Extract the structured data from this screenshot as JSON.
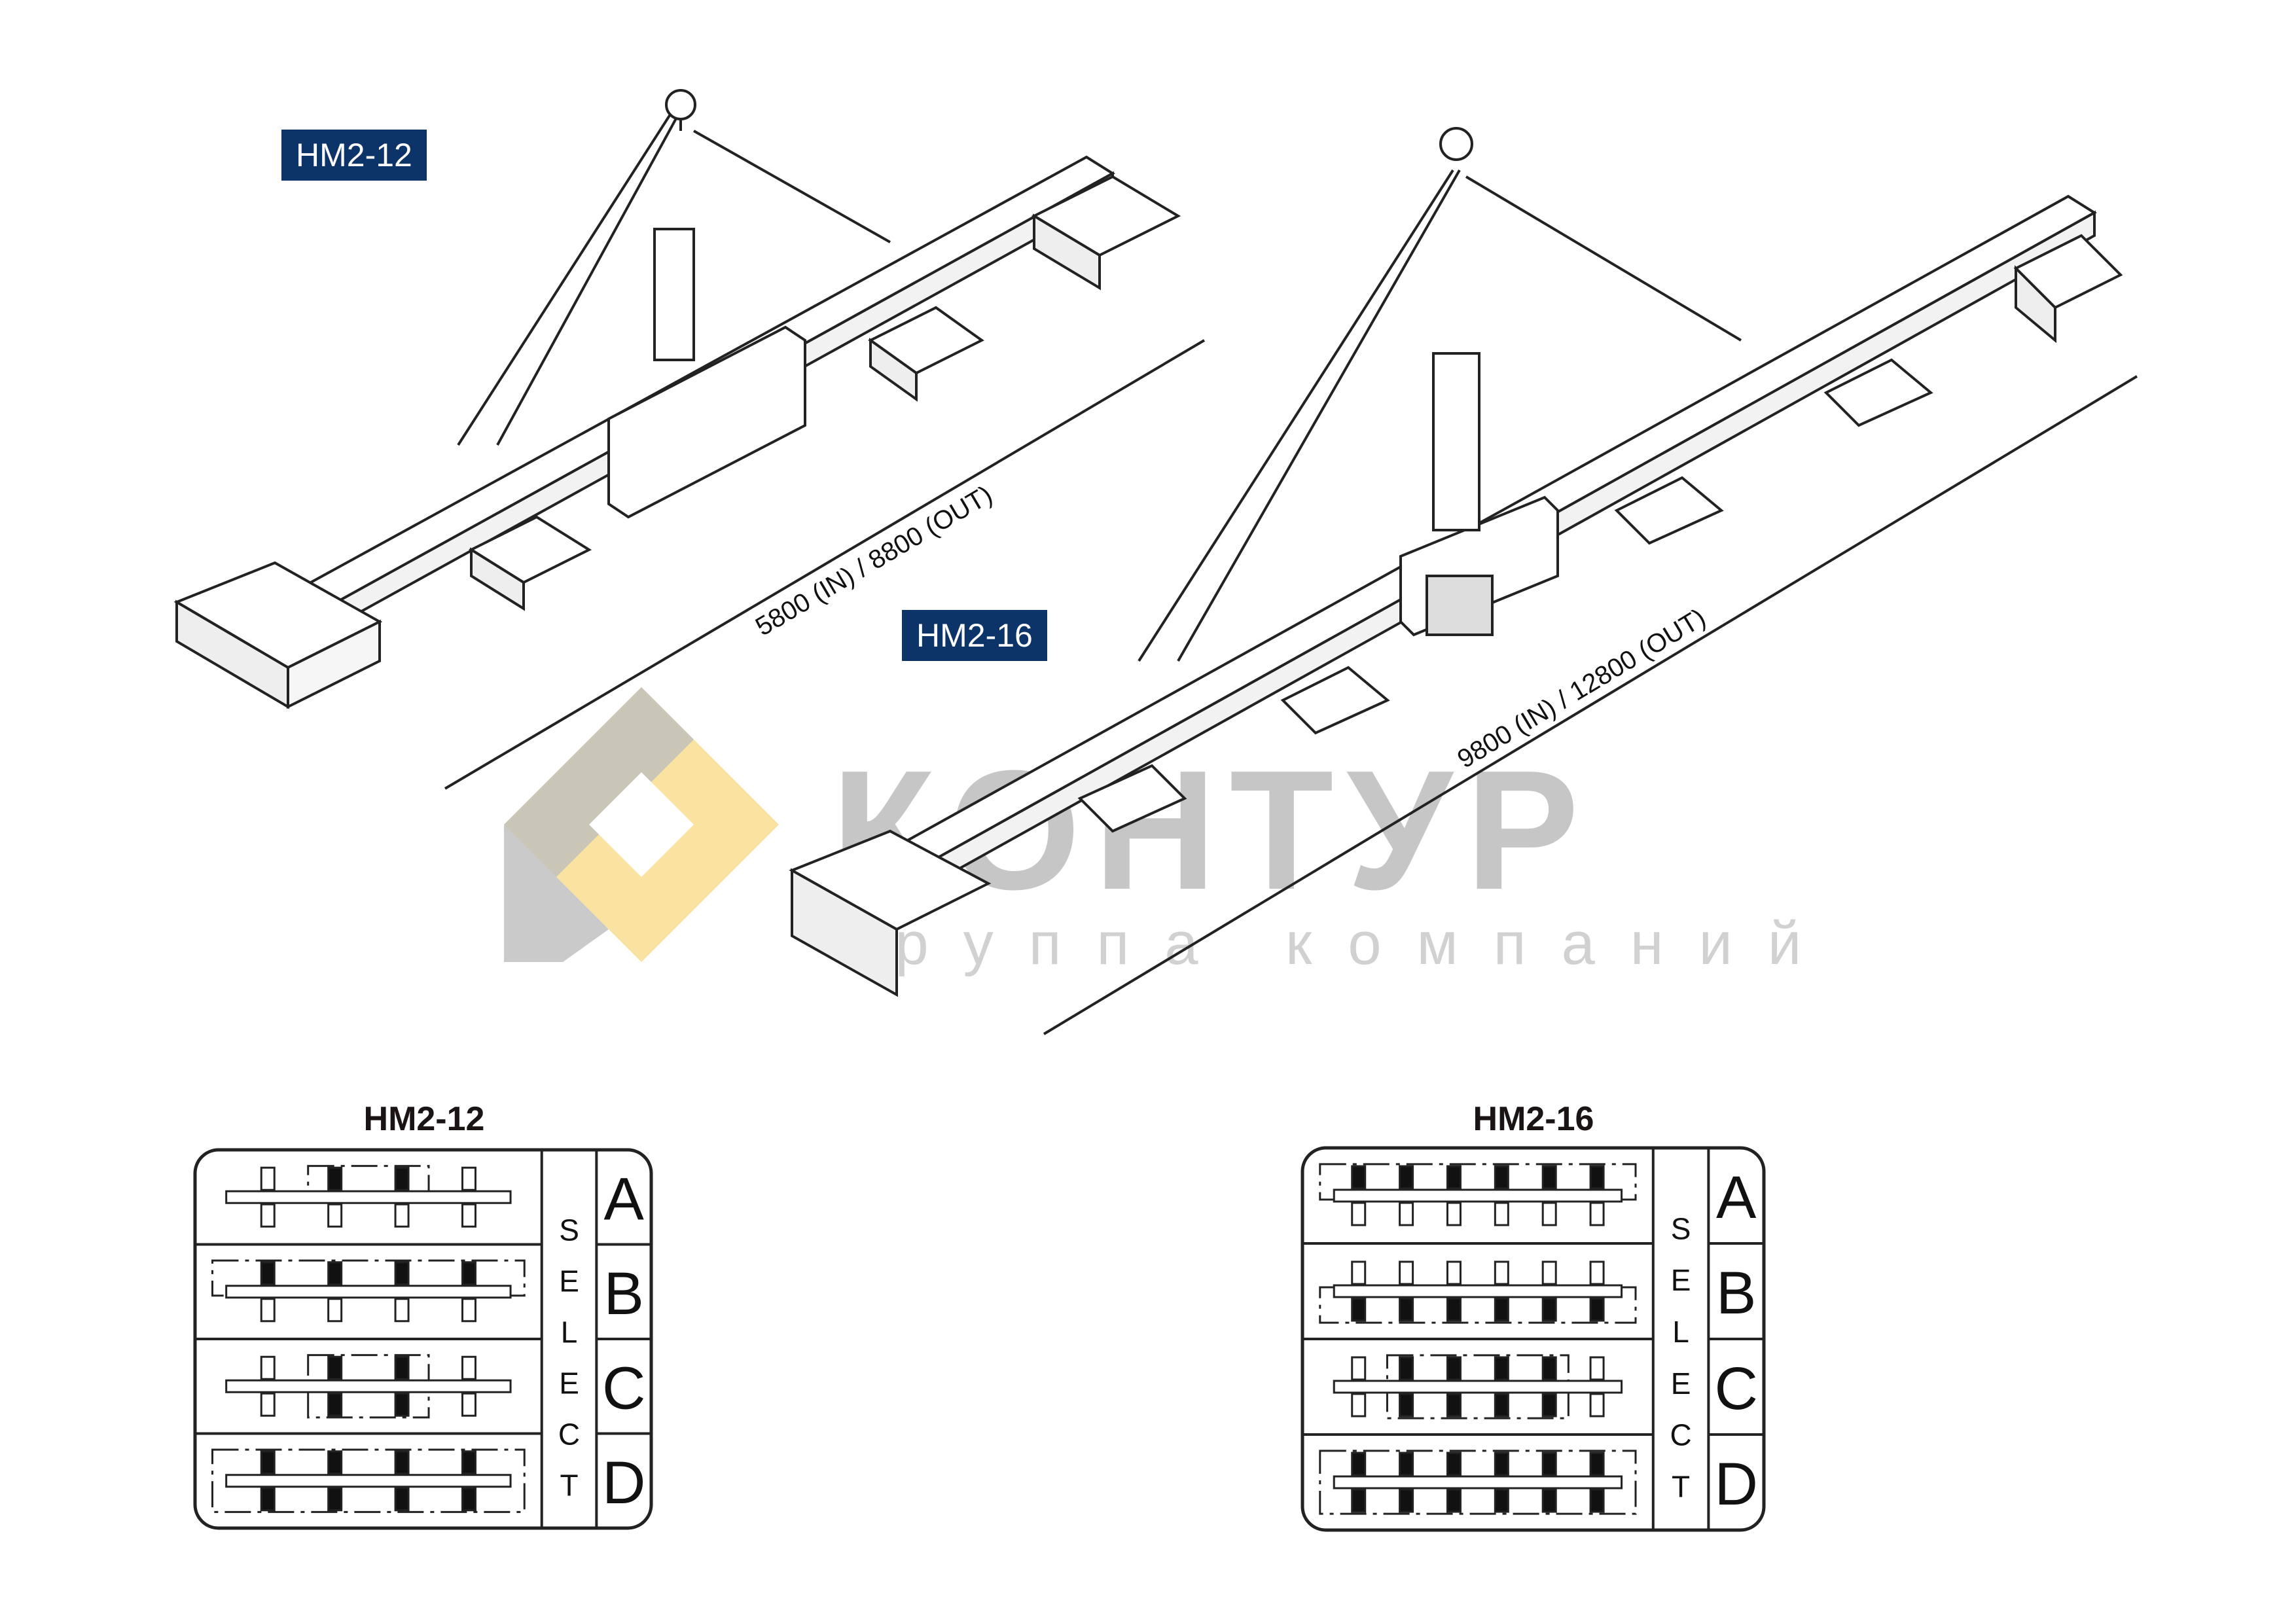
{
  "models": [
    {
      "label": "HM2-12",
      "dimension": "5800 (IN) / 8800 (OUT)"
    },
    {
      "label": "HM2-16",
      "dimension": "9800 (IN) / 12800 (OUT)"
    }
  ],
  "watermark": {
    "name": "КОНТУР",
    "subtitle": "группа компаний"
  },
  "selector_panels": [
    {
      "title": "HM2-12",
      "select_label": "SELECT",
      "pads_per_row": 4,
      "rows": [
        {
          "letter": "A",
          "top_active": [
            2,
            3
          ],
          "bottom_active": []
        },
        {
          "letter": "B",
          "top_active": [
            1,
            2,
            3,
            4
          ],
          "bottom_active": []
        },
        {
          "letter": "C",
          "top_active": [
            2,
            3
          ],
          "bottom_active": [
            2,
            3
          ]
        },
        {
          "letter": "D",
          "top_active": [
            1,
            2,
            3,
            4
          ],
          "bottom_active": [
            1,
            2,
            3,
            4
          ]
        }
      ]
    },
    {
      "title": "HM2-16",
      "select_label": "SELECT",
      "pads_per_row": 6,
      "rows": [
        {
          "letter": "A",
          "top_active": [
            1,
            2,
            3,
            4,
            5,
            6
          ],
          "bottom_active": []
        },
        {
          "letter": "B",
          "top_active": [],
          "bottom_active": [
            1,
            2,
            3,
            4,
            5,
            6
          ]
        },
        {
          "letter": "C",
          "top_active": [
            2,
            3,
            4,
            5
          ],
          "bottom_active": [
            2,
            3,
            4,
            5
          ]
        },
        {
          "letter": "D",
          "top_active": [
            1,
            2,
            3,
            4,
            5,
            6
          ],
          "bottom_active": [
            1,
            2,
            3,
            4,
            5,
            6
          ]
        }
      ]
    }
  ],
  "colors": {
    "tag_bg": "#0d3468",
    "watermark_yellow": "#f9dc8a",
    "watermark_gray": "#bdbdbd"
  }
}
